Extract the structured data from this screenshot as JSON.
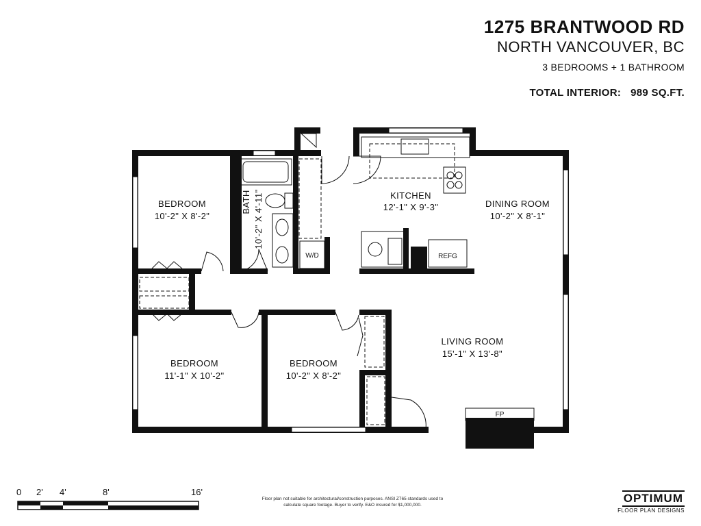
{
  "header": {
    "address": "1275 BRANTWOOD RD",
    "city": "NORTH VANCOUVER, BC",
    "rooms_summary": "3 BEDROOMS + 1 BATHROOM",
    "total_label": "TOTAL INTERIOR:",
    "total_value": "989 SQ.FT."
  },
  "rooms": {
    "bedroom_nw": {
      "name": "BEDROOM",
      "dims": "10'-2\" X 8'-2\""
    },
    "bath": {
      "name": "BATH",
      "dims": "10'-2\" X 4'-11\""
    },
    "kitchen": {
      "name": "KITCHEN",
      "dims": "12'-1\" X 9'-3\""
    },
    "dining": {
      "name": "DINING ROOM",
      "dims": "10'-2\" X 8'-1\""
    },
    "living": {
      "name": "LIVING ROOM",
      "dims": "15'-1\" X 13'-8\""
    },
    "bedroom_sw": {
      "name": "BEDROOM",
      "dims": "11'-1\" X 10'-2\""
    },
    "bedroom_s": {
      "name": "BEDROOM",
      "dims": "10'-2\" X 8'-2\""
    }
  },
  "fixtures": {
    "wd": "W/D",
    "refg": "REFG",
    "fp": "FP"
  },
  "scale": {
    "labels": [
      "0",
      "2'",
      "4'",
      "8'",
      "16'"
    ]
  },
  "disclaimer": {
    "line1": "Floor plan not suitable for architectural/construction purposes. ANSI Z765 standards used to",
    "line2": "calculate square footage. Buyer to verify.  E&O insured for $1,000,000."
  },
  "logo": {
    "brand": "OPTIMUM",
    "tagline": "FLOOR PLAN DESIGNS"
  }
}
